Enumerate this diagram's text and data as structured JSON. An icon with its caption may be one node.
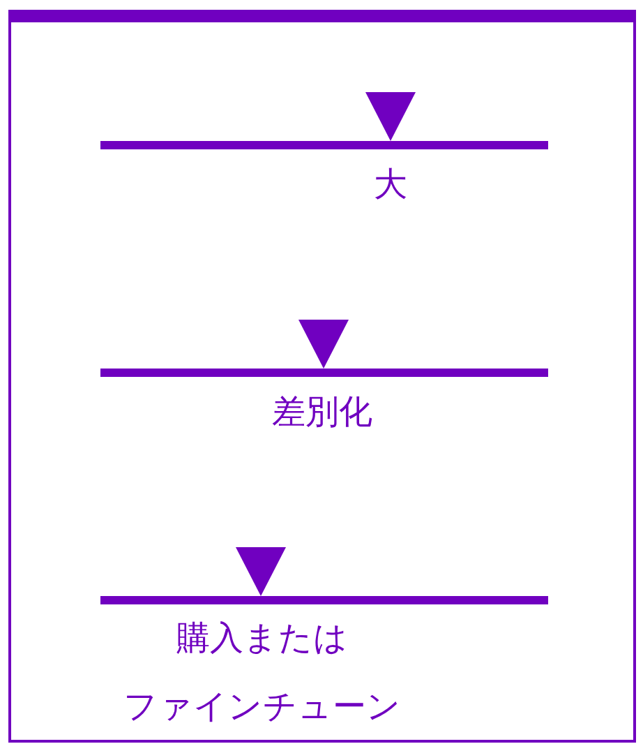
{
  "diagram": {
    "labels": [
      "大",
      "差別化",
      "購入または",
      "ファインチューン"
    ]
  }
}
